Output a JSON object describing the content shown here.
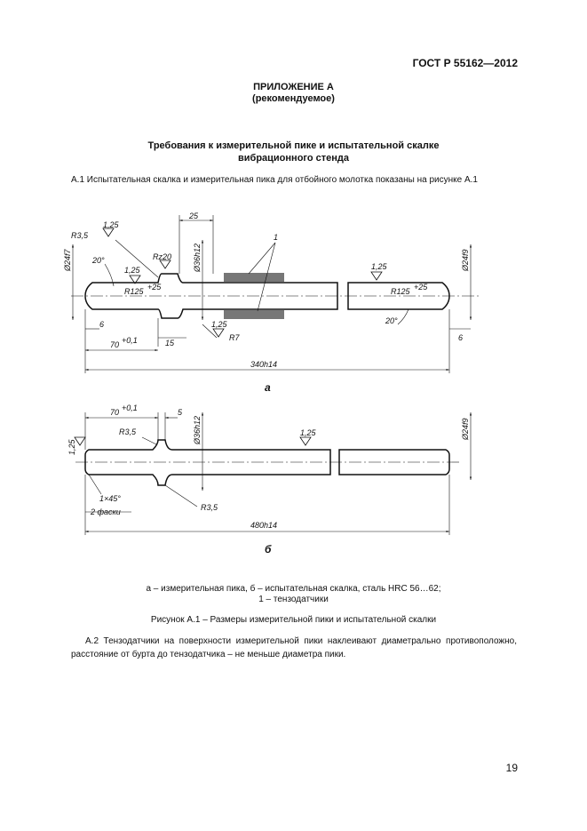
{
  "header": {
    "doc_id": "ГОСТ Р 55162—2012"
  },
  "annex": {
    "title": "ПРИЛОЖЕНИЕ А",
    "status": "(рекомендуемое)"
  },
  "section_title": {
    "line1": "Требования к измерительной пике и испытательной скалке",
    "line2": "вибрационного стенда"
  },
  "para_a1": "А.1 Испытательная скалка и измерительная пика для отбойного молотка показаны на рисунке А.1",
  "figure": {
    "a": {
      "label": "а",
      "dims": {
        "overall": "340h14",
        "collar_width": "25",
        "collar_dia": "Ø36h12",
        "left_dia": "Ø24f7",
        "right_dia": "Ø24f9",
        "len_left": "70",
        "len_left_tol": "+0,1",
        "collar_len": "15",
        "chamfer_left": "6",
        "chamfer_right": "6",
        "radius_left": "R125",
        "radius_left_tol": "+25",
        "radius_right": "R125",
        "radius_right_tol": "+25",
        "fillet_top": "R3,5",
        "fillet_bottom": "R7",
        "angle_left": "20°",
        "angle_right": "20°",
        "rough_1": "1,25",
        "rough_2": "1,25",
        "rough_3": "1,25",
        "rough_4": "1,25",
        "rough_rz": "Rz20",
        "callout": "1"
      }
    },
    "b": {
      "label": "б",
      "dims": {
        "overall": "480h14",
        "len_left": "70",
        "len_left_tol": "+0,1",
        "collar_len": "5",
        "collar_dia": "Ø36h12",
        "right_dia": "Ø24f9",
        "fillet_top": "R3,5",
        "fillet_bottom": "R3,5",
        "chamfer": "1×45°",
        "chamfer_count": "2 фаски",
        "rough_1": "1,25",
        "rough_2": "1,25"
      }
    }
  },
  "legend_line1": "а – измерительная пика, б – испытательная скалка, сталь HRC 56…62;",
  "legend_line2": "1 – тензодатчики",
  "caption": "Рисунок А.1 – Размеры измерительной пики и испытательной скалки",
  "para_a2": "А.2 Тензодатчики на поверхности измерительной пики наклеивают диаметрально противоположно, расстояние от бурта до тензодатчика – не меньше диаметра пики.",
  "page_number": "19"
}
